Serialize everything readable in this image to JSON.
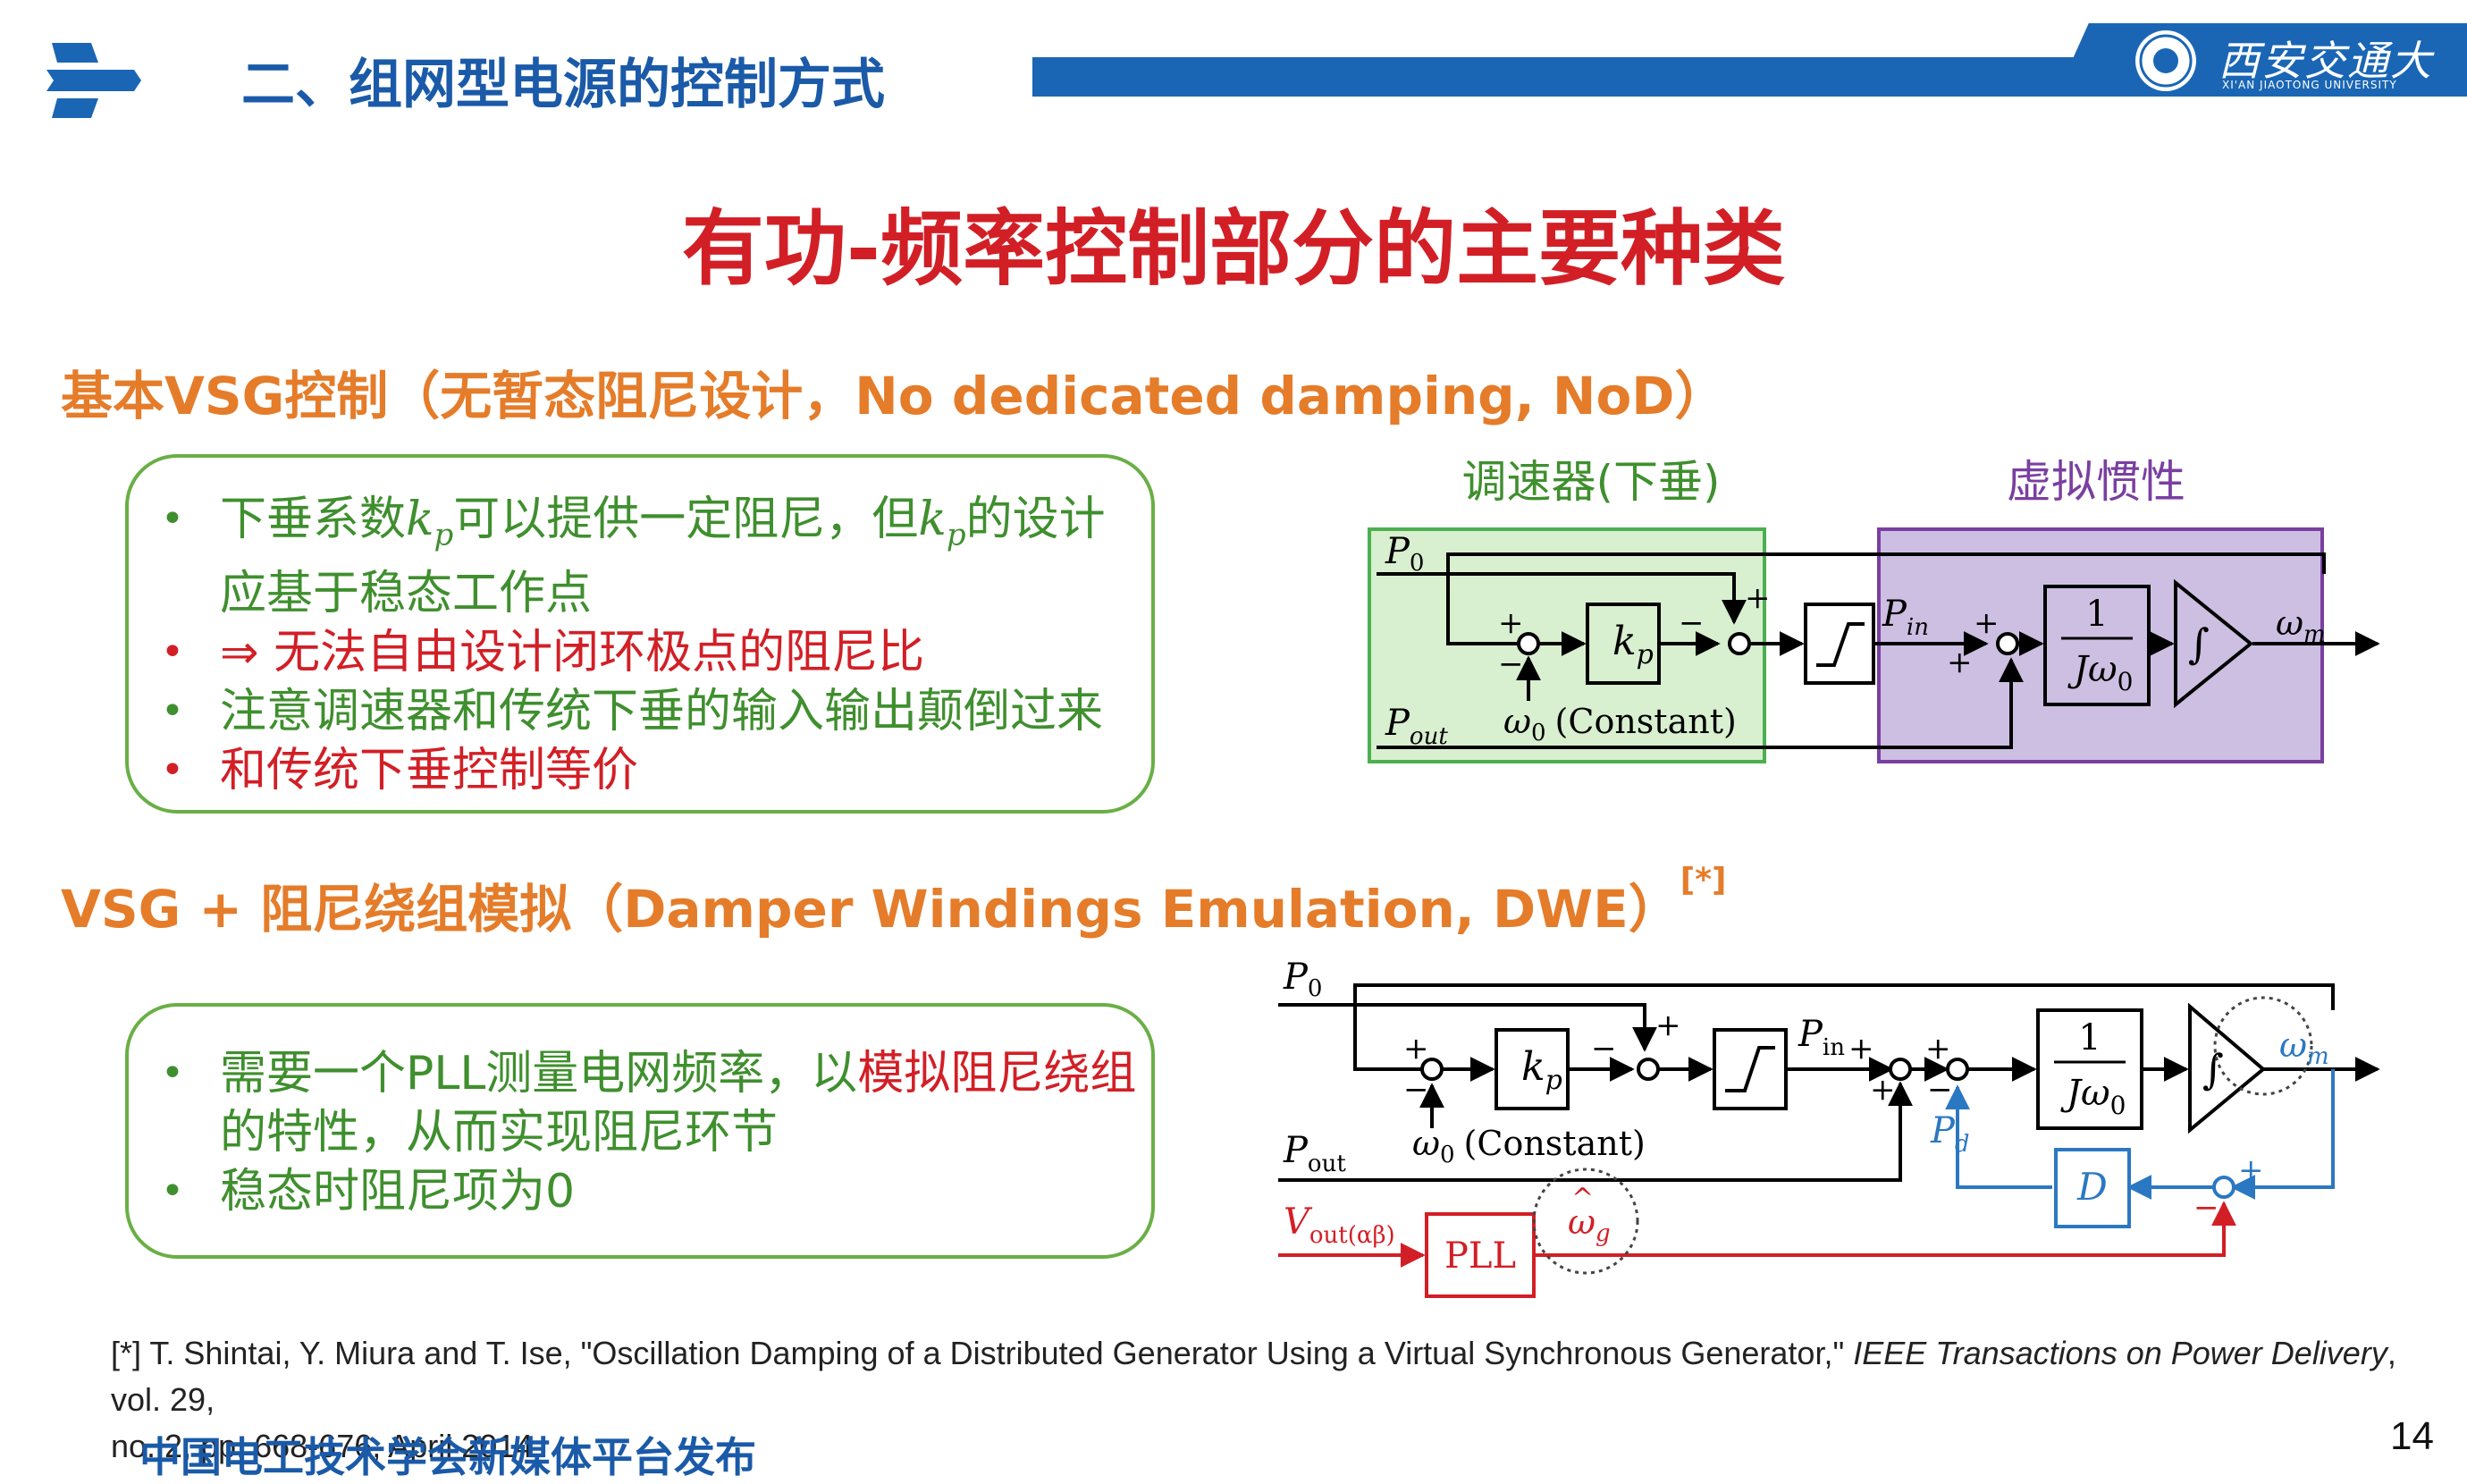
{
  "header": {
    "section_title": "二、组网型电源的控制方式",
    "university_name_cn": "西安交通大学",
    "university_name_en": "XI'AN JIAOTONG UNIVERSITY",
    "bar_color": "#1a66b5"
  },
  "main_title": "有功-频率控制部分的主要种类",
  "section1": {
    "title": "基本VSG控制（无暂态阻尼设计，No dedicated damping, NoD）",
    "bullets": {
      "b1_pre": "下垂系数",
      "b1_mid": "可以提供一定阻尼，但",
      "b1_post": "的设计",
      "b1_line2": "应基于稳态工作点",
      "b2": "⇒ 无法自由设计闭环极点的阻尼比",
      "b3": "注意调速器和传统下垂的输入输出颠倒过来",
      "b4": "和传统下垂控制等价"
    },
    "diagram": {
      "label_governor": "调速器(下垂)",
      "label_inertia": "虚拟惯性",
      "p0": "P",
      "p0_sub": "0",
      "pout": "P",
      "pout_sub": "out",
      "kp": "k",
      "kp_sub": "p",
      "omega0": "ω",
      "omega0_sub": "0",
      "constant": "(Constant)",
      "pin": "P",
      "pin_sub": "in",
      "tf_num": "1",
      "tf_den": "Jω",
      "tf_den_sub": "0",
      "integrator": "∫",
      "omega_m": "ω",
      "omega_m_sub": "m",
      "plus": "+",
      "minus": "−"
    }
  },
  "section2": {
    "title": "VSG + 阻尼绕组模拟（Damper Windings Emulation, DWE）",
    "ref_mark": "[*]",
    "bullets": {
      "b1_pre": "需要一个PLL测量电网频率，以",
      "b1_red": "模拟阻尼绕组",
      "b1_line2": "的特性，从而实现阻尼环节",
      "b2": "稳态时阻尼项为0"
    },
    "diagram": {
      "p0": "P",
      "p0_sub": "0",
      "pout": "P",
      "pout_sub": "out",
      "vout": "V",
      "vout_sub": "out(αβ)",
      "kp": "k",
      "kp_sub": "p",
      "omega0": "ω",
      "omega0_sub": "0",
      "constant": "(Constant)",
      "pin": "P",
      "pin_sub": "in",
      "tf_num": "1",
      "tf_den": "Jω",
      "tf_den_sub": "0",
      "integrator": "∫",
      "omega_m": "ω",
      "omega_m_sub": "m",
      "pd": "P",
      "pd_sub": "d",
      "d_block": "D",
      "pll": "PLL",
      "omega_g": "ω",
      "omega_g_sub": "g",
      "omega_g_hat": "^",
      "plus": "+",
      "minus": "−"
    }
  },
  "reference": {
    "line1_pre": "[*] T. Shintai, Y. Miura and T. Ise, \"Oscillation Damping of a Distributed Generator Using a Virtual Synchronous Generator,\" ",
    "journal": "IEEE Transactions on Power Delivery",
    "line1_post": ", vol. 29,",
    "line2": "no. 2, pp. 668-676, April 2014."
  },
  "footer": "中国电工技术学会新媒体平台发布",
  "page_number": "14",
  "colors": {
    "red": "#d21f26",
    "orange": "#e57c2a",
    "blue": "#1a5aa8",
    "green": "#3f8f2e",
    "purple": "#7a3fa0",
    "damping_blue": "#2b78c2"
  }
}
